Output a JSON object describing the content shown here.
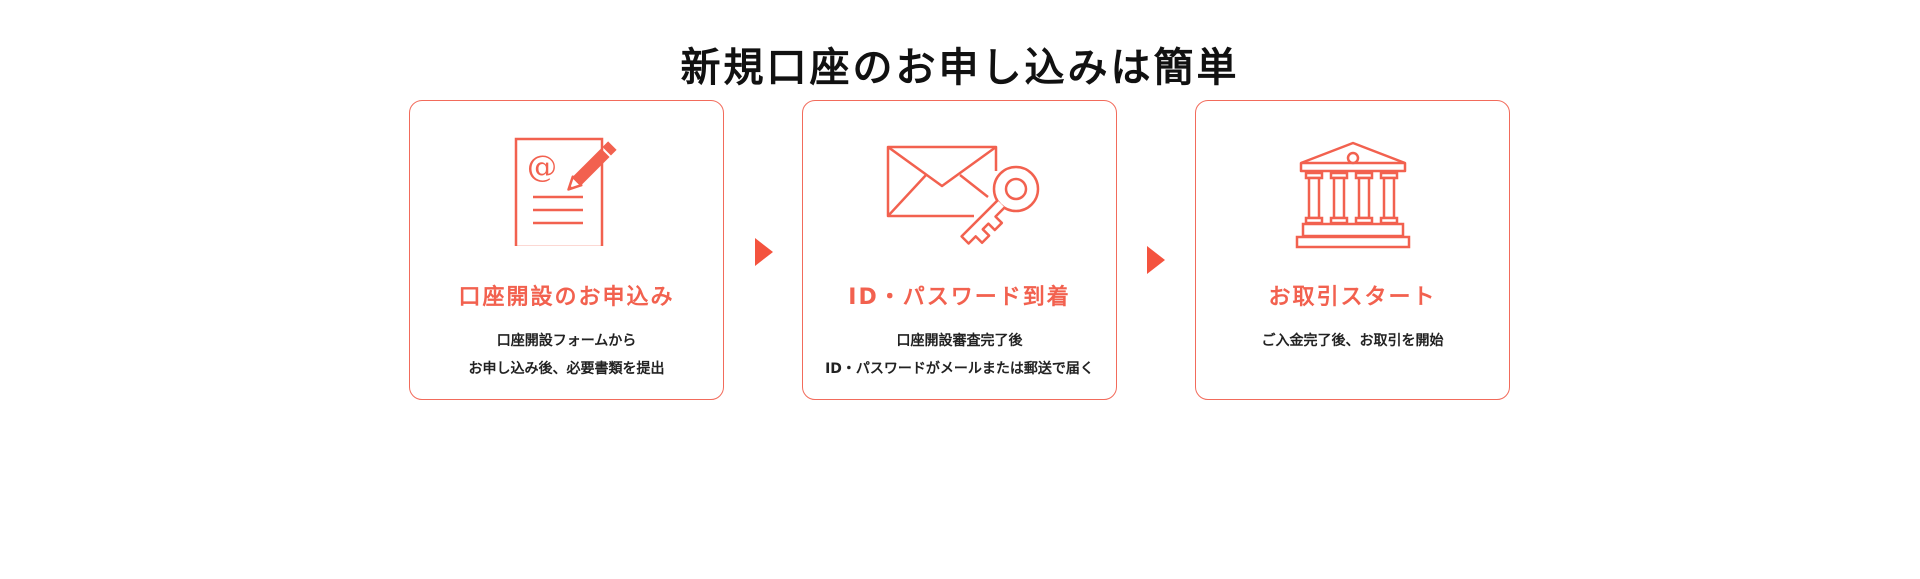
{
  "heading": "新規口座のお申し込みは簡単",
  "colors": {
    "accent": "#f2614f",
    "border": "#f26b5b",
    "arrow": "#f4533e",
    "text": "#222222"
  },
  "steps": [
    {
      "icon": "document-pencil-icon",
      "title": "口座開設のお申込み",
      "desc": [
        "口座開設フォームから",
        "お申し込み後、必要書類を提出"
      ]
    },
    {
      "icon": "envelope-key-icon",
      "title": "ID・パスワード到着",
      "desc": [
        "口座開設審査完了後",
        "ID・パスワードがメールまたは郵送で届く"
      ]
    },
    {
      "icon": "bank-icon",
      "title": "お取引スタート",
      "desc": [
        "ご入金完了後、お取引を開始"
      ]
    }
  ],
  "arrows": [
    "arrow-right-icon",
    "arrow-right-icon"
  ]
}
